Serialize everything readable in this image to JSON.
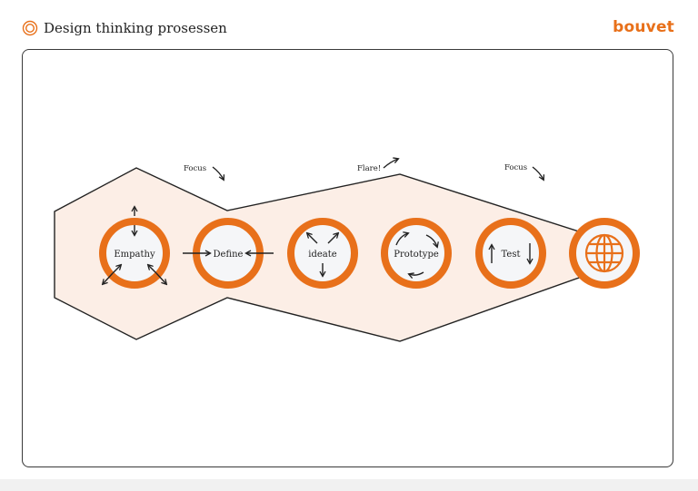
{
  "header": {
    "title": "Design thinking prosessen",
    "icon": "target-icon"
  },
  "brand": {
    "name": "bouvet",
    "color": "#E8701A"
  },
  "colors": {
    "accent": "#E8701A",
    "band": "#FCEEE6",
    "line": "#222222"
  },
  "annotations": [
    {
      "id": "focus-1",
      "text": "Focus"
    },
    {
      "id": "flare",
      "text": "Flare!"
    },
    {
      "id": "focus-2",
      "text": "Focus"
    }
  ],
  "stages": [
    {
      "id": "empathy",
      "label": "Empathy"
    },
    {
      "id": "define",
      "label": "Define"
    },
    {
      "id": "ideate",
      "label": "ideate"
    },
    {
      "id": "prototype",
      "label": "Prototype"
    },
    {
      "id": "test",
      "label": "Test"
    },
    {
      "id": "launch",
      "label": "",
      "icon": "globe-icon"
    }
  ]
}
